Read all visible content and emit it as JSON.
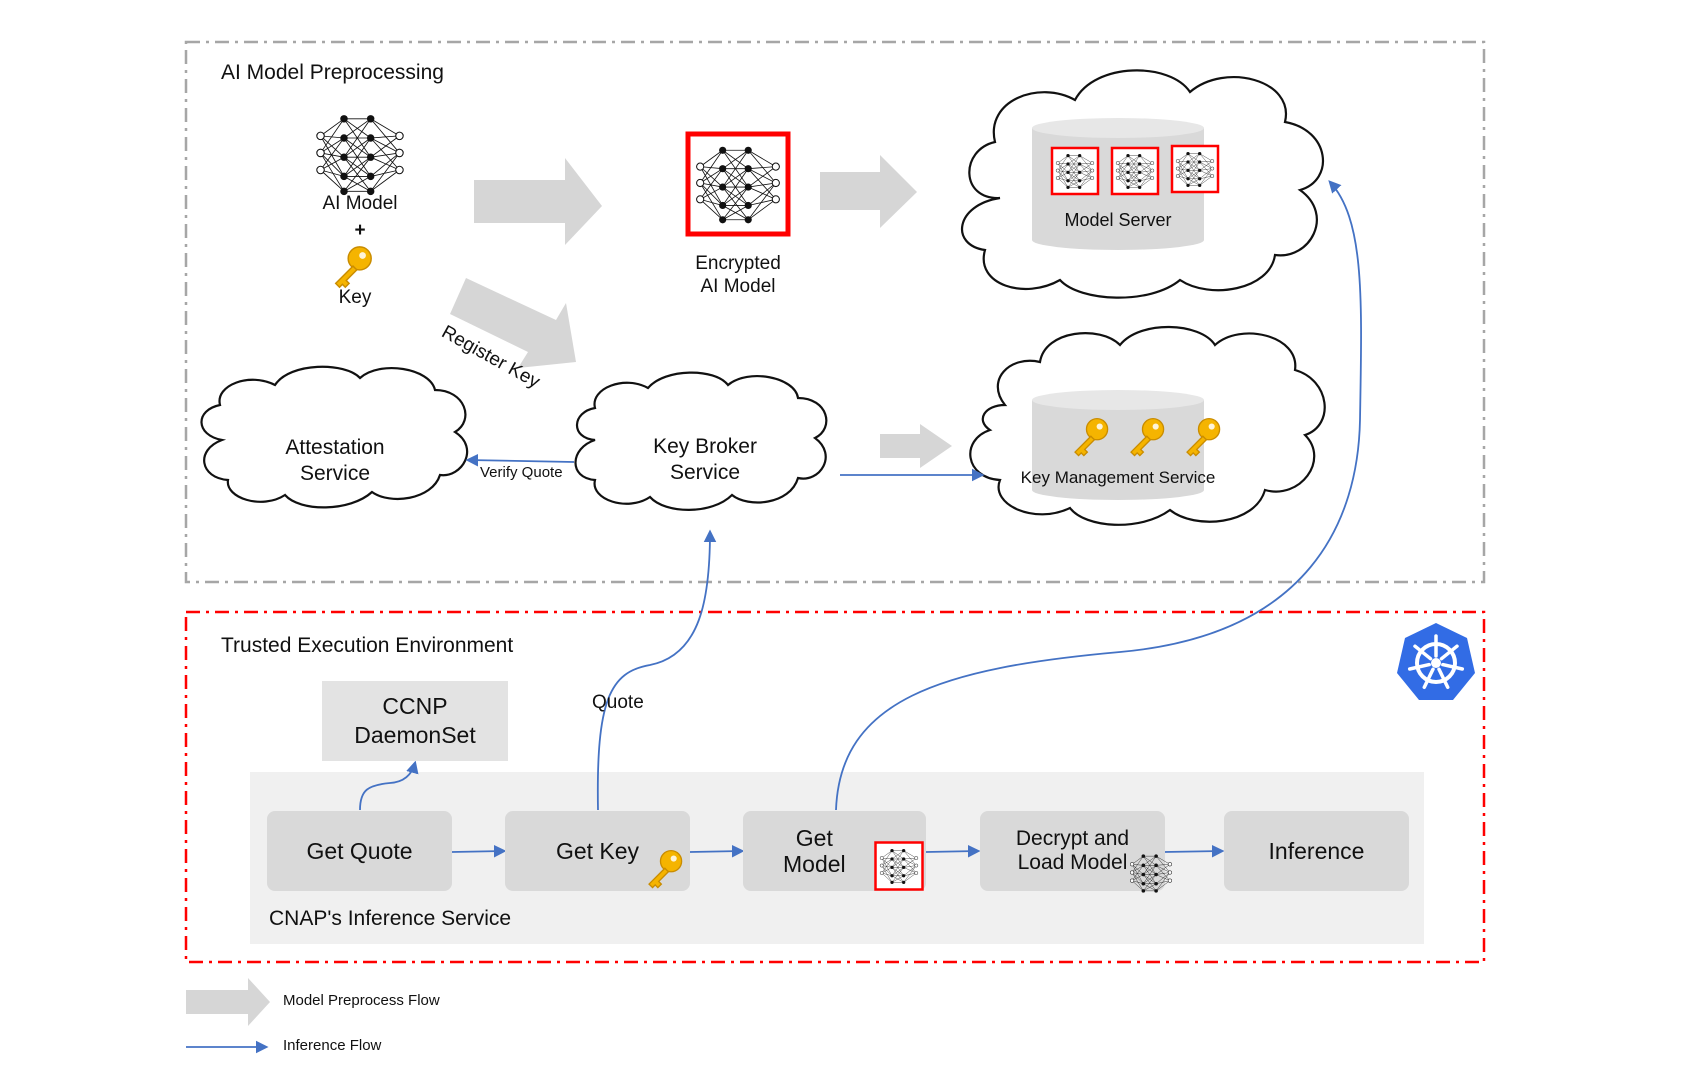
{
  "preprocessing": {
    "title": "AI Model Preprocessing",
    "ai_model_label": "AI Model",
    "plus": "+",
    "key_label": "Key",
    "encrypted_label": "Encrypted\nAI Model",
    "register_key": "Register Key",
    "model_server": "Model Server",
    "kms": "Key Management Service",
    "attestation": "Attestation\nService",
    "key_broker": "Key Broker\nService",
    "verify_quote": "Verify Quote"
  },
  "tee": {
    "title": "Trusted Execution Environment",
    "daemonset": "CCNP\nDaemonSet",
    "quote_label": "Quote",
    "service_label": "CNAP's Inference Service",
    "steps": [
      "Get Quote",
      "Get Key",
      "Get\nModel",
      "Decrypt and\nLoad Model",
      "Inference"
    ]
  },
  "legend": {
    "preprocess_flow": "Model Preprocess Flow",
    "inference_flow": "Inference Flow"
  },
  "colors": {
    "gray_border": "#a6a6a6",
    "red_border": "#ff0000",
    "inference_arrow": "#4472c4",
    "preprocess_arrow": "#d6d6d6",
    "box_fill": "#d9d9d9",
    "key_gold": "#f5b400",
    "kubernetes_blue": "#326ce5"
  },
  "icons": [
    "neural-network-icon",
    "key-icon",
    "kubernetes-icon",
    "cloud-icon",
    "database-cylinder-icon"
  ]
}
